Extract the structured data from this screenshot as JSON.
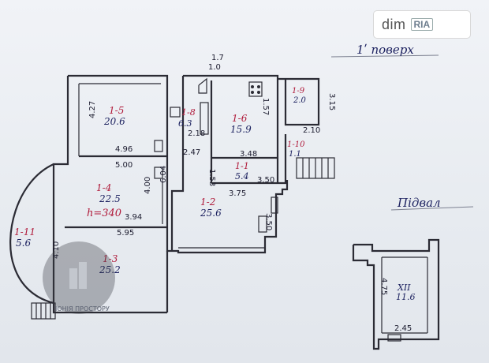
{
  "watermark": {
    "text": "dim",
    "suffix": "RIA"
  },
  "title": "1ʹ поверх",
  "basement_label": "Підвал",
  "logo_text": "ІОНІЯ ПРОСТОРУ",
  "rooms": [
    {
      "id": "1-5",
      "area": "20.6"
    },
    {
      "id": "1-8",
      "area": "6.3"
    },
    {
      "id": "1-6",
      "area": "15.9"
    },
    {
      "id": "1-9",
      "area": "2.0"
    },
    {
      "id": "1-4",
      "area": "22.5"
    },
    {
      "id": "1-2",
      "area": "25.6"
    },
    {
      "id": "1-1",
      "area": "5.4"
    },
    {
      "id": "1-10",
      "area": "1.1"
    },
    {
      "id": "1-11",
      "area": "5.6"
    },
    {
      "id": "1-3",
      "area": "25.2"
    },
    {
      "id": "XII",
      "area": "11.6"
    }
  ],
  "extra_label": "h=340",
  "dimensions": [
    "1.7",
    "1.0",
    "4.27",
    "4.96",
    "5.00",
    "2.47",
    "3.48",
    "1.57",
    "3.15",
    "2.10",
    "1.53",
    "3.50",
    "3.75",
    "6.04",
    "4.00",
    "3.94",
    "5.95",
    "3.50",
    "4.10",
    "2.45",
    "4.75",
    "2.18"
  ],
  "colors": {
    "ink": "#1d2260",
    "red": "#b01a3a",
    "wall": "#2b2b34"
  }
}
